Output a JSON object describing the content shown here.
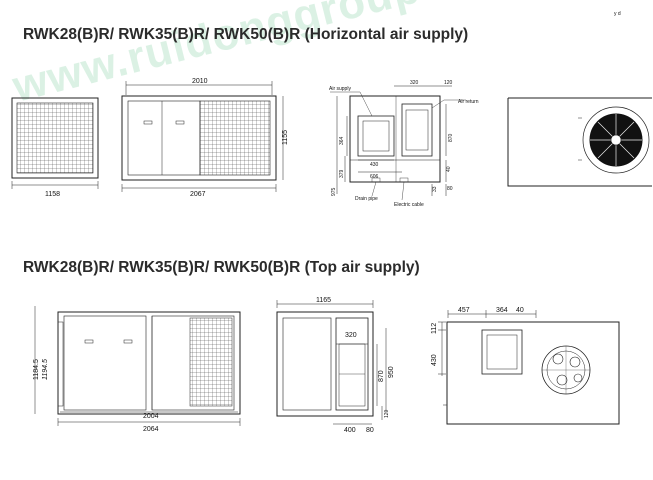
{
  "titles": {
    "horizontal": "RWK28(B)R/ RWK35(B)R/ RWK50(B)R (Horizontal air supply)",
    "top": "RWK28(B)R/ RWK35(B)R/ RWK50(B)R (Top air supply)"
  },
  "watermark": "www.ruidonggroup.com",
  "watermark_corner": "y d",
  "horizontal": {
    "side_width": "1158",
    "front_top": "2010",
    "front_bottom": "2067",
    "front_height": "1155",
    "section_320": "320",
    "section_120": "120",
    "section_364": "364",
    "section_870": "870",
    "section_430": "430",
    "section_606": "606",
    "section_379": "379",
    "section_975": "975",
    "section_40": "40",
    "section_33": "33",
    "section_80": "80",
    "label_air_supply": "Air supply",
    "label_air_return": "Air return",
    "label_drain_pipe": "Drain pipe",
    "label_electric_cable": "Electric cable"
  },
  "top": {
    "front_height_1": "1184.5",
    "front_height_2": "1194.5",
    "front_2004": "2004",
    "front_2064": "2064",
    "side_1165": "1165",
    "side_320": "320",
    "side_870": "870",
    "side_950": "950",
    "side_120": "120",
    "side_400": "400",
    "side_80": "80",
    "plan_457": "457",
    "plan_364": "364",
    "plan_40": "40",
    "plan_430": "430",
    "plan_112": "112"
  }
}
